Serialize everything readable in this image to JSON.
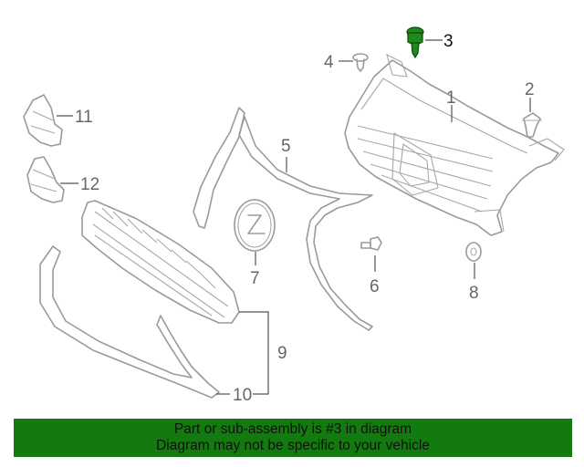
{
  "callouts": {
    "c1": "1",
    "c2": "2",
    "c3": "3",
    "c4": "4",
    "c5": "5",
    "c6": "6",
    "c7": "7",
    "c8": "8",
    "c9": "9",
    "c10": "10",
    "c11": "11",
    "c12": "12"
  },
  "highlighted_part": "3",
  "colors": {
    "banner": "#137a0f",
    "highlight_part": "#1e8a1a",
    "linework": "#9a9a9a"
  },
  "banner": {
    "line1": "Part or sub-assembly is #3 in diagram",
    "line2": "Diagram may not be specific to your vehicle"
  }
}
